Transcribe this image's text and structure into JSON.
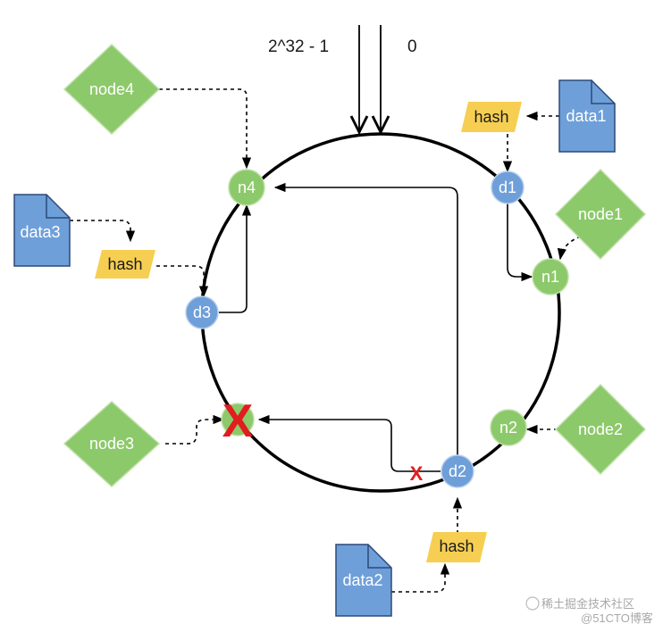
{
  "top_labels": {
    "max": "2^32 - 1",
    "zero": "0"
  },
  "ring_nodes": {
    "n1": "n1",
    "n2": "n2",
    "n4": "n4"
  },
  "data_points": {
    "d1": "d1",
    "d2": "d2",
    "d3": "d3"
  },
  "servers": {
    "node1": "node1",
    "node2": "node2",
    "node3": "node3",
    "node4": "node4"
  },
  "documents": {
    "data1": "data1",
    "data2": "data2",
    "data3": "data3"
  },
  "hash_label": "hash",
  "failed_marker": "X",
  "watermark": {
    "line1": "稀土掘金技术社区",
    "line2": "@51CTO博客"
  },
  "colors": {
    "node_green": "#8cc96a",
    "data_blue": "#6e9fd9",
    "hash_yellow": "#f6cf52",
    "failure_red": "#e11d1d",
    "ring": "#000000"
  }
}
